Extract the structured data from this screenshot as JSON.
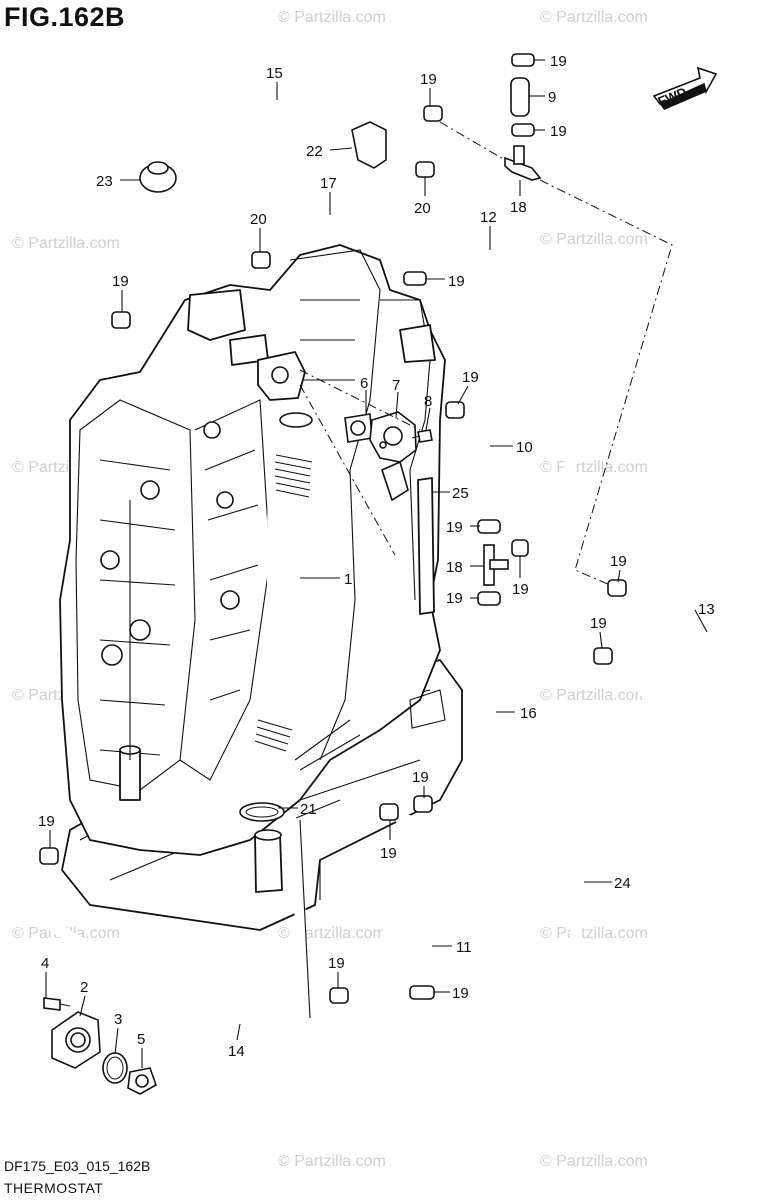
{
  "figure": {
    "title": "FIG.162B",
    "code": "DF175_E03_015_162B",
    "subtitle": "THERMOSTAT",
    "fwd_label": "FWD",
    "watermark": "© Partzilla.com"
  },
  "callouts": [
    {
      "id": "1",
      "label": "1"
    },
    {
      "id": "2",
      "label": "2"
    },
    {
      "id": "3",
      "label": "3"
    },
    {
      "id": "4",
      "label": "4"
    },
    {
      "id": "5",
      "label": "5"
    },
    {
      "id": "6",
      "label": "6"
    },
    {
      "id": "7",
      "label": "7"
    },
    {
      "id": "8",
      "label": "8"
    },
    {
      "id": "9",
      "label": "9"
    },
    {
      "id": "10",
      "label": "10"
    },
    {
      "id": "11",
      "label": "11"
    },
    {
      "id": "12",
      "label": "12"
    },
    {
      "id": "13",
      "label": "13"
    },
    {
      "id": "14",
      "label": "14"
    },
    {
      "id": "15",
      "label": "15"
    },
    {
      "id": "16",
      "label": "16"
    },
    {
      "id": "17",
      "label": "17"
    },
    {
      "id": "18a",
      "label": "18"
    },
    {
      "id": "18b",
      "label": "18"
    },
    {
      "id": "19",
      "label": "19"
    },
    {
      "id": "20",
      "label": "20"
    },
    {
      "id": "21",
      "label": "21"
    },
    {
      "id": "22",
      "label": "22"
    },
    {
      "id": "23",
      "label": "23"
    },
    {
      "id": "24",
      "label": "24"
    },
    {
      "id": "25",
      "label": "25"
    }
  ]
}
